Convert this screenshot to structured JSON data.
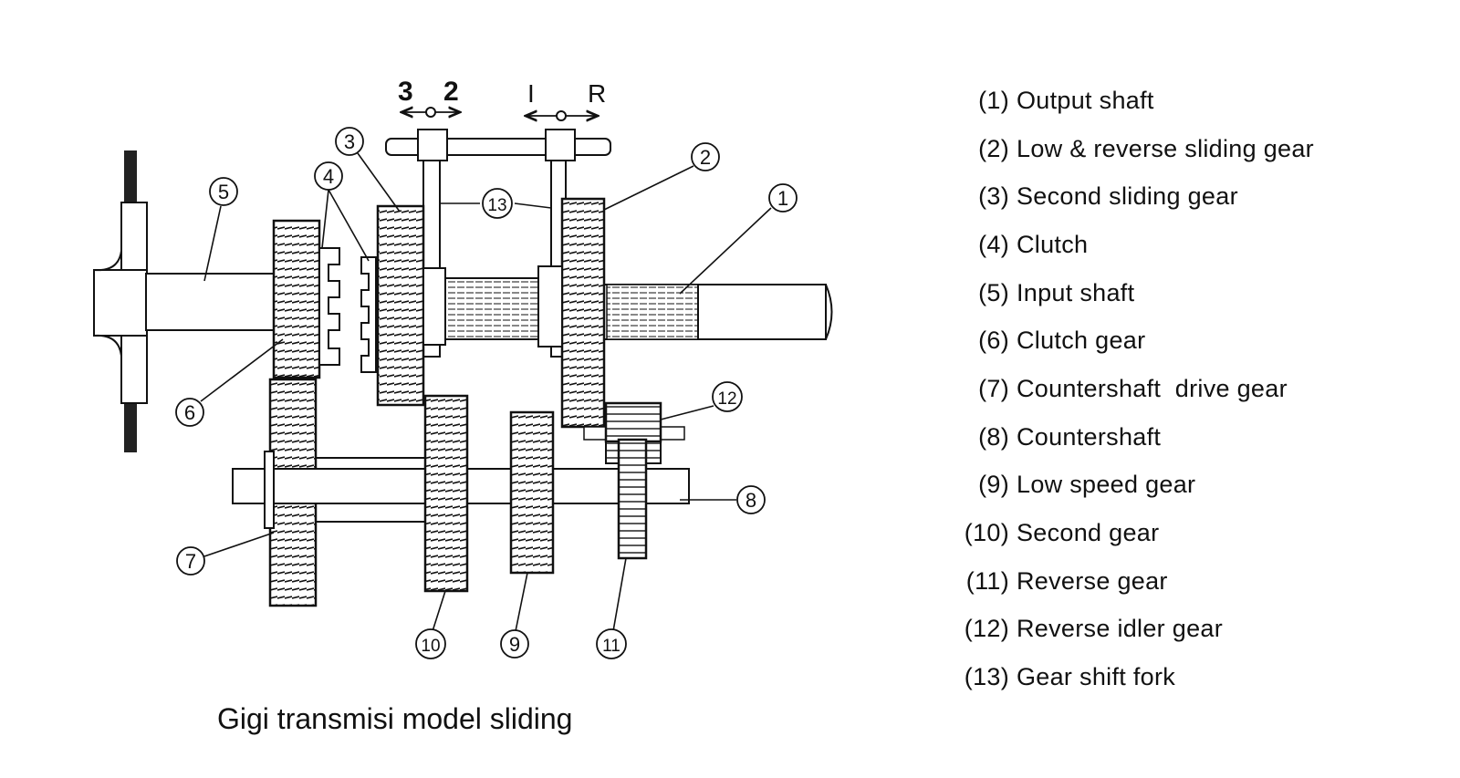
{
  "diagram": {
    "shift_labels": {
      "left_a": "3",
      "left_b": "2",
      "right_a": "I",
      "right_b": "R"
    },
    "callouts": [
      "1",
      "2",
      "3",
      "4",
      "5",
      "6",
      "7",
      "8",
      "9",
      "10",
      "11",
      "12",
      "13"
    ]
  },
  "legend": [
    {
      "num": "(1)",
      "label": "Output shaft"
    },
    {
      "num": "(2)",
      "label": "Low & reverse sliding gear"
    },
    {
      "num": "(3)",
      "label": "Second sliding gear"
    },
    {
      "num": "(4)",
      "label": "Clutch"
    },
    {
      "num": "(5)",
      "label": "Input shaft"
    },
    {
      "num": "(6)",
      "label": "Clutch gear"
    },
    {
      "num": "(7)",
      "label": "Countershaft  drive gear"
    },
    {
      "num": "(8)",
      "label": "Countershaft"
    },
    {
      "num": "(9)",
      "label": "Low speed gear"
    },
    {
      "num": "(10)",
      "label": "Second gear"
    },
    {
      "num": "(11)",
      "label": "Reverse gear"
    },
    {
      "num": "(12)",
      "label": "Reverse idler gear"
    },
    {
      "num": "(13)",
      "label": "Gear shift fork"
    }
  ],
  "caption": "Gigi transmisi model sliding"
}
